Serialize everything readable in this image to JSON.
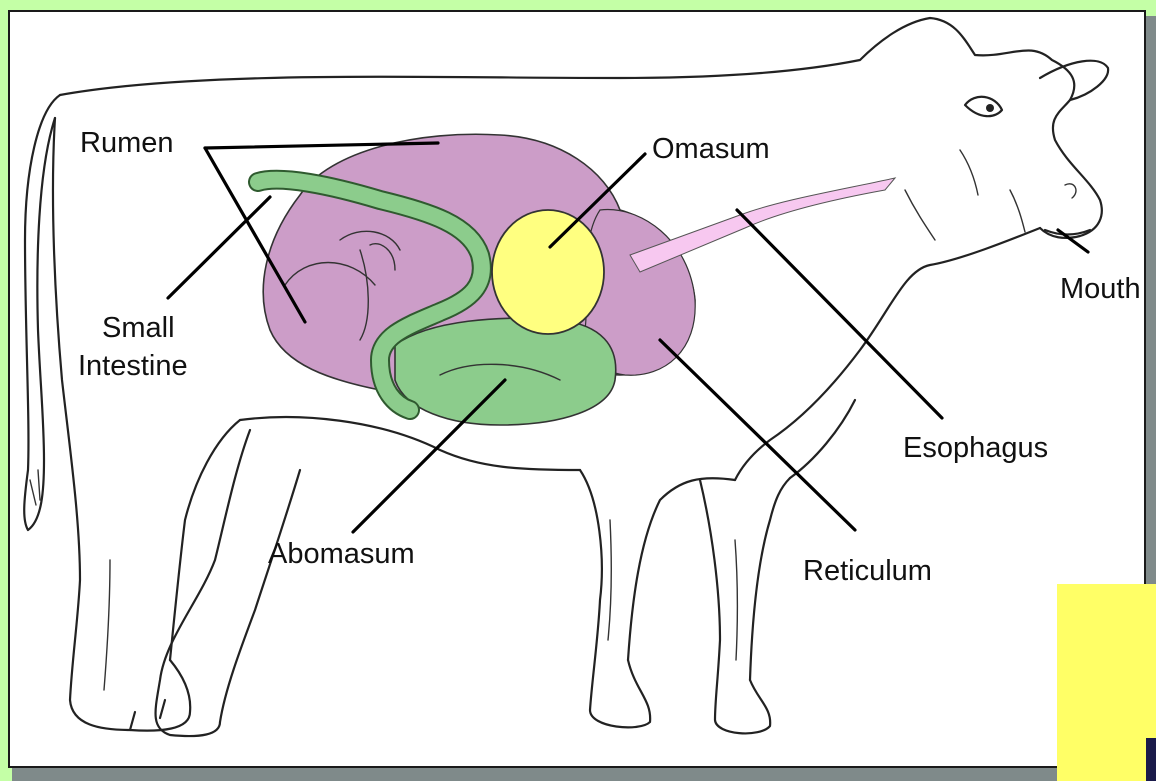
{
  "diagram": {
    "labels": {
      "rumen": "Rumen",
      "omasum": "Omasum",
      "small_intestine_line1": "Small",
      "small_intestine_line2": "Intestine",
      "mouth": "Mouth",
      "esophagus": "Esophagus",
      "abomasum": "Abomasum",
      "reticulum": "Reticulum"
    },
    "colors": {
      "background": "#c4ffa6",
      "rumen": "#cc9dc8",
      "reticulum": "#cc9dc8",
      "omasum": "#ffff80",
      "abomasum": "#8ccc8c",
      "small_intestine": "#8ccc8c",
      "esophagus": "#f7c8f0",
      "corner_box": "#ffff66"
    }
  }
}
